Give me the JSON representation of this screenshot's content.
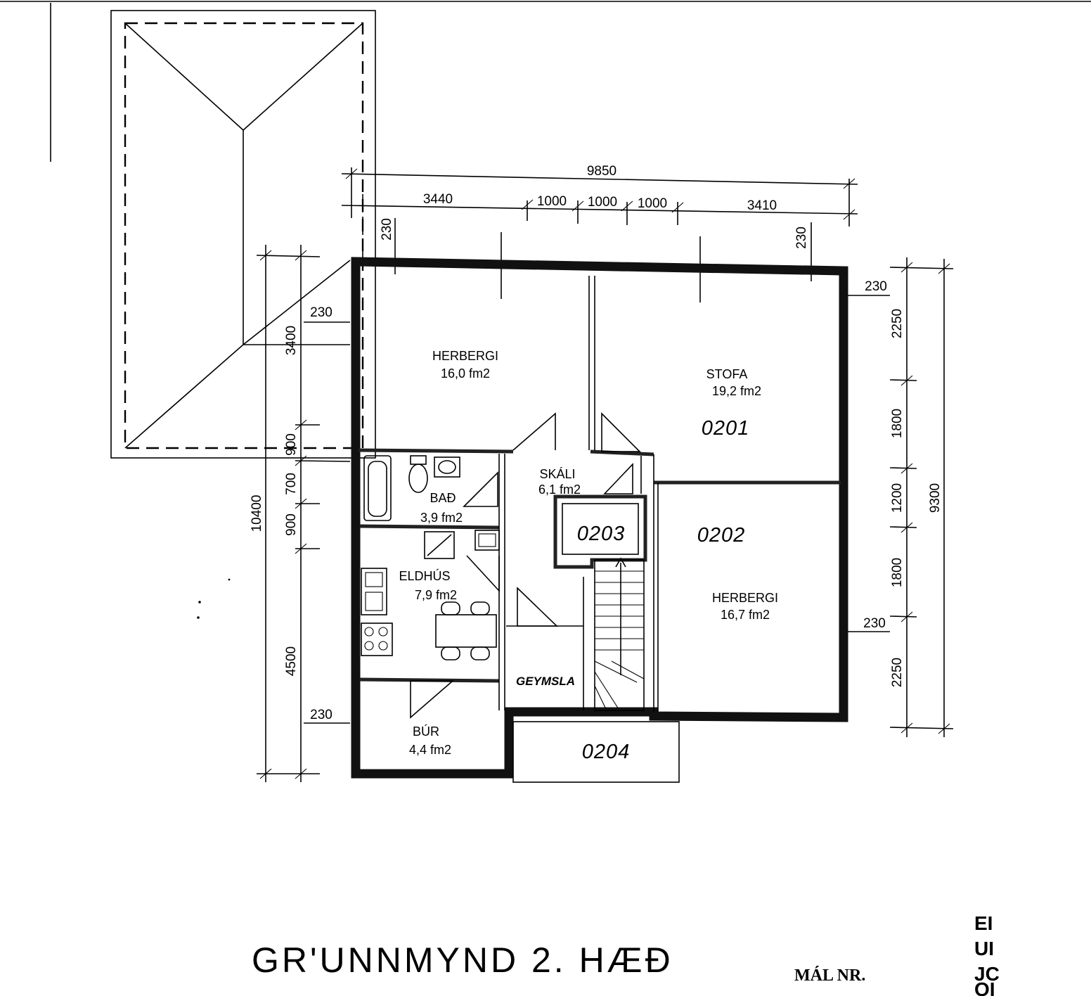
{
  "title": "GR'UNNMYND 2. HÆÐ",
  "case_label": "MÁL NR.",
  "edge_text": [
    "EI",
    "UI",
    "JC",
    "OI"
  ],
  "units": {
    "u0201": "0201",
    "u0202": "0202",
    "u0203": "0203",
    "u0204": "0204"
  },
  "rooms": {
    "herbergi_1": {
      "name": "HERBERGI",
      "area": "16,0 fm2"
    },
    "stofa": {
      "name": "STOFA",
      "area": "19,2 fm2"
    },
    "skali": {
      "name": "SKÁLI",
      "area": "6,1 fm2"
    },
    "bad": {
      "name": "BAÐ",
      "area": "3,9 fm2"
    },
    "eldhus": {
      "name": "ELDHÚS",
      "area": "7,9 fm2"
    },
    "herbergi_2": {
      "name": "HERBERGI",
      "area": "16,7 fm2"
    },
    "bur": {
      "name": "BÚR",
      "area": "4,4 fm2"
    },
    "geymsla": {
      "name": "GEYMSLA"
    }
  },
  "dimensions": {
    "top_total": "9850",
    "top_segments": [
      "3440",
      "1000",
      "1000",
      "1000",
      "3410"
    ],
    "wall": "230",
    "left_total": "10400",
    "left_segments": [
      "3400",
      "900",
      "700",
      "900",
      "4500"
    ],
    "right_total": "9300",
    "right_segments": [
      "2250",
      "1800",
      "1200",
      "1800",
      "2250"
    ]
  }
}
